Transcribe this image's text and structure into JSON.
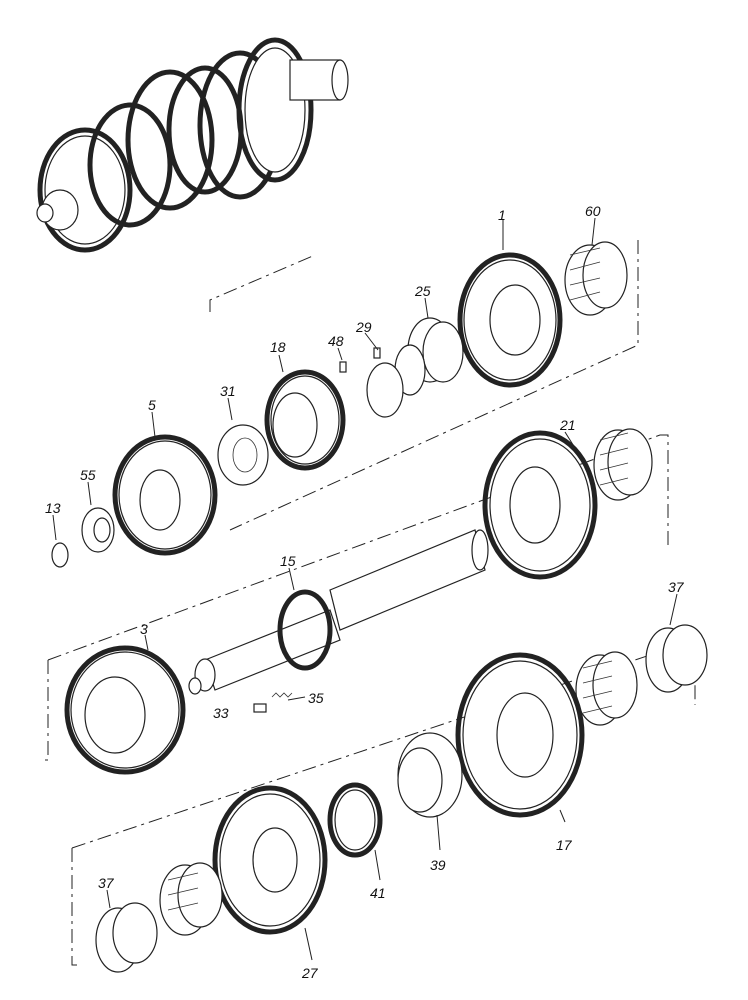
{
  "callouts": [
    {
      "id": "p1",
      "label": "1"
    },
    {
      "id": "p60",
      "label": "60"
    },
    {
      "id": "p25",
      "label": "25"
    },
    {
      "id": "p29",
      "label": "29"
    },
    {
      "id": "p48",
      "label": "48"
    },
    {
      "id": "p18",
      "label": "18"
    },
    {
      "id": "p5",
      "label": "5"
    },
    {
      "id": "p31",
      "label": "31"
    },
    {
      "id": "p21",
      "label": "21"
    },
    {
      "id": "p13",
      "label": "13"
    },
    {
      "id": "p55",
      "label": "55"
    },
    {
      "id": "p15",
      "label": "15"
    },
    {
      "id": "p3",
      "label": "3"
    },
    {
      "id": "p37a",
      "label": "37"
    },
    {
      "id": "p33",
      "label": "33"
    },
    {
      "id": "p35",
      "label": "35"
    },
    {
      "id": "p17",
      "label": "17"
    },
    {
      "id": "p39",
      "label": "39"
    },
    {
      "id": "p41",
      "label": "41"
    },
    {
      "id": "p37b",
      "label": "37"
    },
    {
      "id": "p27",
      "label": "27"
    }
  ]
}
